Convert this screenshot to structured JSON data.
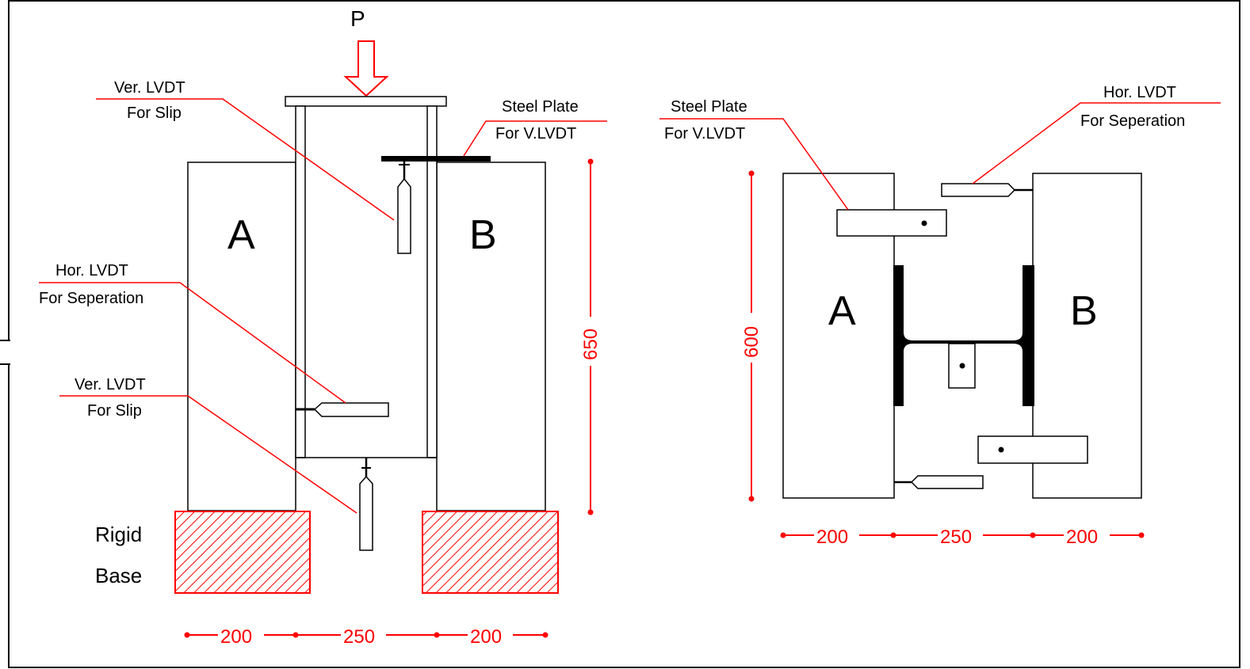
{
  "left_view": {
    "load": "P",
    "block_a": "A",
    "block_b": "B",
    "ver_lvdt_top": {
      "line1": "Ver. LVDT",
      "line2": "For Slip"
    },
    "steel_plate": {
      "line1": "Steel Plate",
      "line2": "For V.LVDT"
    },
    "hor_lvdt": {
      "line1": "Hor. LVDT",
      "line2": "For Seperation"
    },
    "ver_lvdt_bottom": {
      "line1": "Ver. LVDT",
      "line2": "For Slip"
    },
    "rigid_base": {
      "line1": "Rigid",
      "line2": "Base"
    },
    "height_dim": "650",
    "width_dims": [
      "200",
      "250",
      "200"
    ]
  },
  "right_view": {
    "block_a": "A",
    "block_b": "B",
    "steel_plate": {
      "line1": "Steel Plate",
      "line2": "For V.LVDT"
    },
    "hor_lvdt": {
      "line1": "Hor. LVDT",
      "line2": "For Seperation"
    },
    "height_dim": "600",
    "width_dims": [
      "200",
      "250",
      "200"
    ]
  },
  "colors": {
    "outline": "#000000",
    "dimension": "#ff0000",
    "hatch": "#ff0000",
    "background": "#ffffff"
  }
}
